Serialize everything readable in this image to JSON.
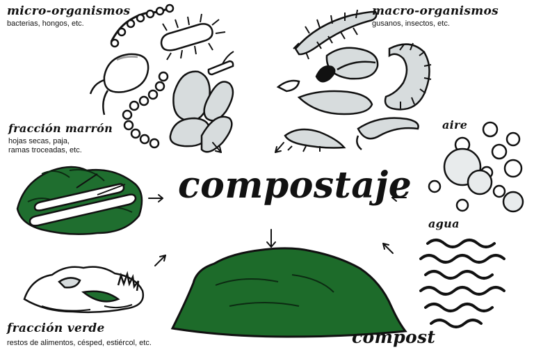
{
  "title": "compostaje",
  "inputs": [
    {
      "name": "micro-organismos",
      "detail": "bacterias, hongos, etc."
    },
    {
      "name": "macro-organismos",
      "detail": "gusanos, insectos, etc."
    },
    {
      "name": "fracción marrón",
      "detail_lines": [
        "hojas secas, paja,",
        "ramas troceadas, etc."
      ]
    },
    {
      "name": "aire"
    },
    {
      "name": "agua"
    },
    {
      "name": "fracción verde",
      "detail": "restos de alimentos, césped, estiércol, etc."
    }
  ],
  "output": {
    "name": "compost"
  },
  "colors": {
    "ink": "#111111",
    "leaf": "#1f6e2f",
    "compost": "#1d6b2a",
    "shade": "#d7dcdd"
  }
}
